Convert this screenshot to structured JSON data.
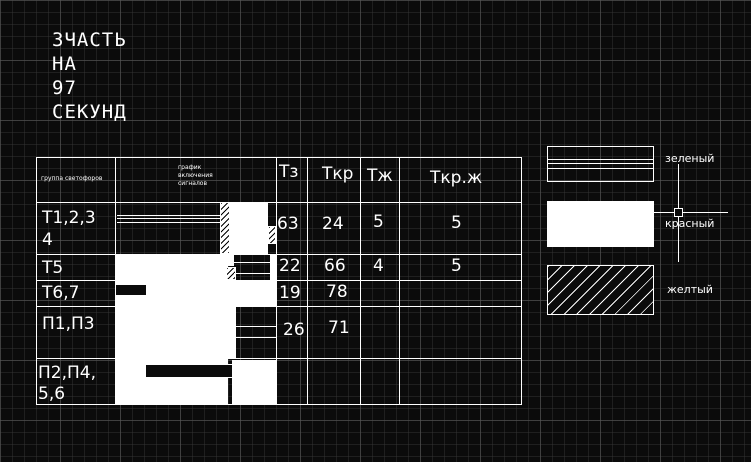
{
  "title_lines": [
    "3ЧАСТЬ",
    "НА",
    "97",
    "СЕКУНД"
  ],
  "table": {
    "header_group": "группа светофоров",
    "header_chart_lines": [
      "график",
      "включения",
      "сигналов"
    ],
    "col_tz": "Тз",
    "col_tkr": "Ткр",
    "col_tzh": "Тж",
    "col_tkrzh": "Ткр.ж",
    "rows": [
      {
        "label_lines": [
          "Т1,2,3",
          "4"
        ],
        "tz": "63",
        "tkr": "24",
        "tzh": "5",
        "tkrzh": "5"
      },
      {
        "label_lines": [
          "Т5"
        ],
        "tz": "22",
        "tkr": "66",
        "tzh": "4",
        "tkrzh": "5"
      },
      {
        "label_lines": [
          "Т6,7"
        ],
        "tz": "19",
        "tkr": "78",
        "tzh": "",
        "tkrzh": ""
      },
      {
        "label_lines": [
          "П1,П3"
        ],
        "tz": "26",
        "tkr": "71",
        "tzh": "",
        "tkrzh": ""
      },
      {
        "label_lines": [
          "П2,П4,",
          "5,6"
        ],
        "tz": "",
        "tkr": "",
        "tzh": "",
        "tkrzh": ""
      }
    ]
  },
  "legend": {
    "green": "зеленый",
    "red": "красный",
    "yellow": "желтый"
  },
  "colors": {
    "background": "#0b0b0b",
    "lines": "#ffffff"
  }
}
